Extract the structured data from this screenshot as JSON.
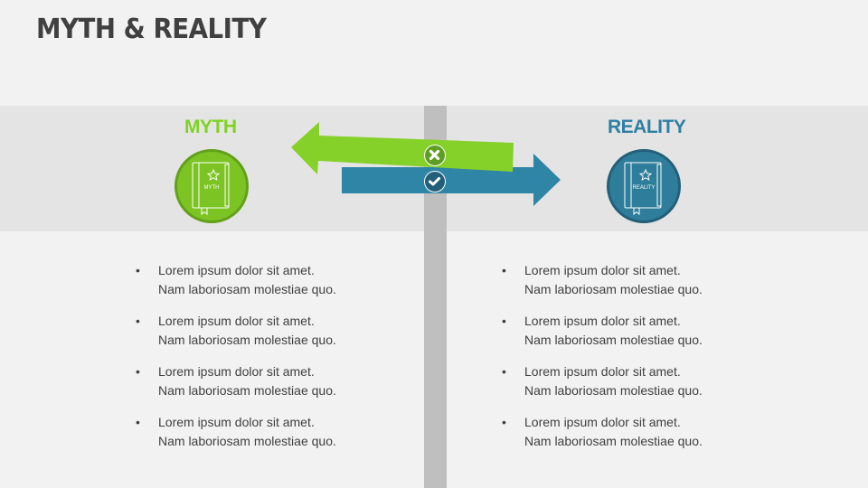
{
  "title": "MYTH & REALITY",
  "colors": {
    "myth": "#7ed321",
    "reality": "#2f7fa3",
    "background": "#f2f2f2",
    "band": "#e4e4e4",
    "divider": "#bfbfbf",
    "text": "#404040"
  },
  "myth": {
    "heading": "MYTH",
    "book_label": "MYTH",
    "icon": "book-star-icon",
    "badge_icon": "x-icon",
    "bullets": [
      {
        "line1": "Lorem ipsum dolor sit amet.",
        "line2": "Nam laboriosam molestiae quo."
      },
      {
        "line1": "Lorem ipsum dolor sit amet.",
        "line2": "Nam laboriosam molestiae quo."
      },
      {
        "line1": "Lorem ipsum dolor sit amet.",
        "line2": "Nam laboriosam molestiae quo."
      },
      {
        "line1": "Lorem ipsum dolor sit amet.",
        "line2": "Nam laboriosam molestiae quo."
      }
    ]
  },
  "reality": {
    "heading": "REALITY",
    "book_label": "REALITY",
    "icon": "book-star-icon",
    "badge_icon": "check-icon",
    "bullets": [
      {
        "line1": "Lorem ipsum dolor sit amet.",
        "line2": "Nam laboriosam molestiae quo."
      },
      {
        "line1": "Lorem ipsum dolor sit amet.",
        "line2": "Nam laboriosam molestiae quo."
      },
      {
        "line1": "Lorem ipsum dolor sit amet.",
        "line2": "Nam laboriosam molestiae quo."
      },
      {
        "line1": "Lorem ipsum dolor sit amet.",
        "line2": "Nam laboriosam molestiae quo."
      }
    ]
  },
  "bullet_glyph": "•"
}
